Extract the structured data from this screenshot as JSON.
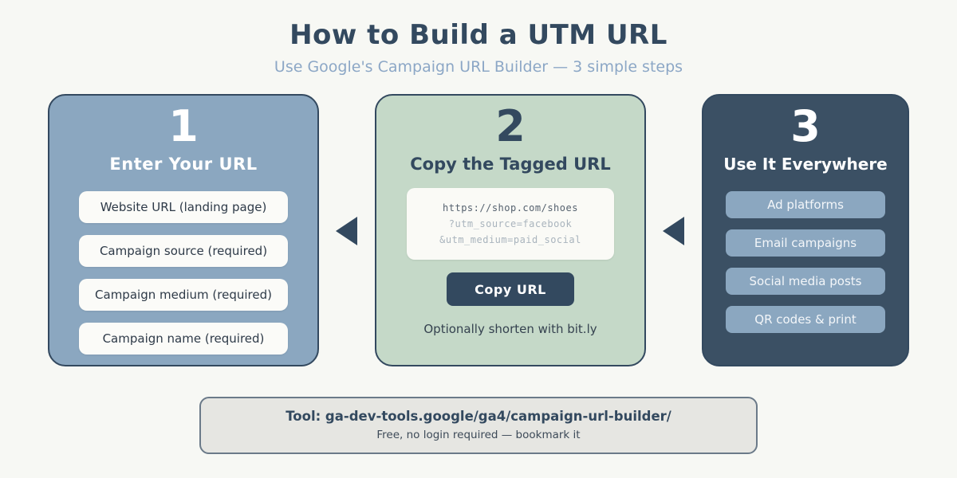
{
  "title": "How to Build a UTM URL",
  "subtitle": "Use Google's Campaign URL Builder — 3 simple steps",
  "palette": {
    "background": "#f7f8f4",
    "navy": "#33495f",
    "steel_blue": "#8ba7c0",
    "pale_green": "#c5d9c8",
    "card_dark": "#3b5064",
    "footer_gray": "#e6e6e2"
  },
  "card1": {
    "number": "1",
    "heading": "Enter Your URL",
    "fields": [
      "Website URL (landing page)",
      "Campaign source (required)",
      "Campaign medium (required)",
      "Campaign name (required)"
    ]
  },
  "card2": {
    "number": "2",
    "heading": "Copy the Tagged URL",
    "code_lines": [
      "https://shop.com/shoes",
      "?utm_source=facebook",
      "&utm_medium=paid_social"
    ],
    "button_label": "Copy URL",
    "note": "Optionally shorten with bit.ly"
  },
  "card3": {
    "number": "3",
    "heading": "Use It Everywhere",
    "pills": [
      "Ad platforms",
      "Email campaigns",
      "Social media posts",
      "QR codes & print"
    ]
  },
  "footer": {
    "tool_label": "Tool: ga-dev-tools.google/ga4/campaign-url-builder/",
    "note": "Free, no login required — bookmark it"
  }
}
